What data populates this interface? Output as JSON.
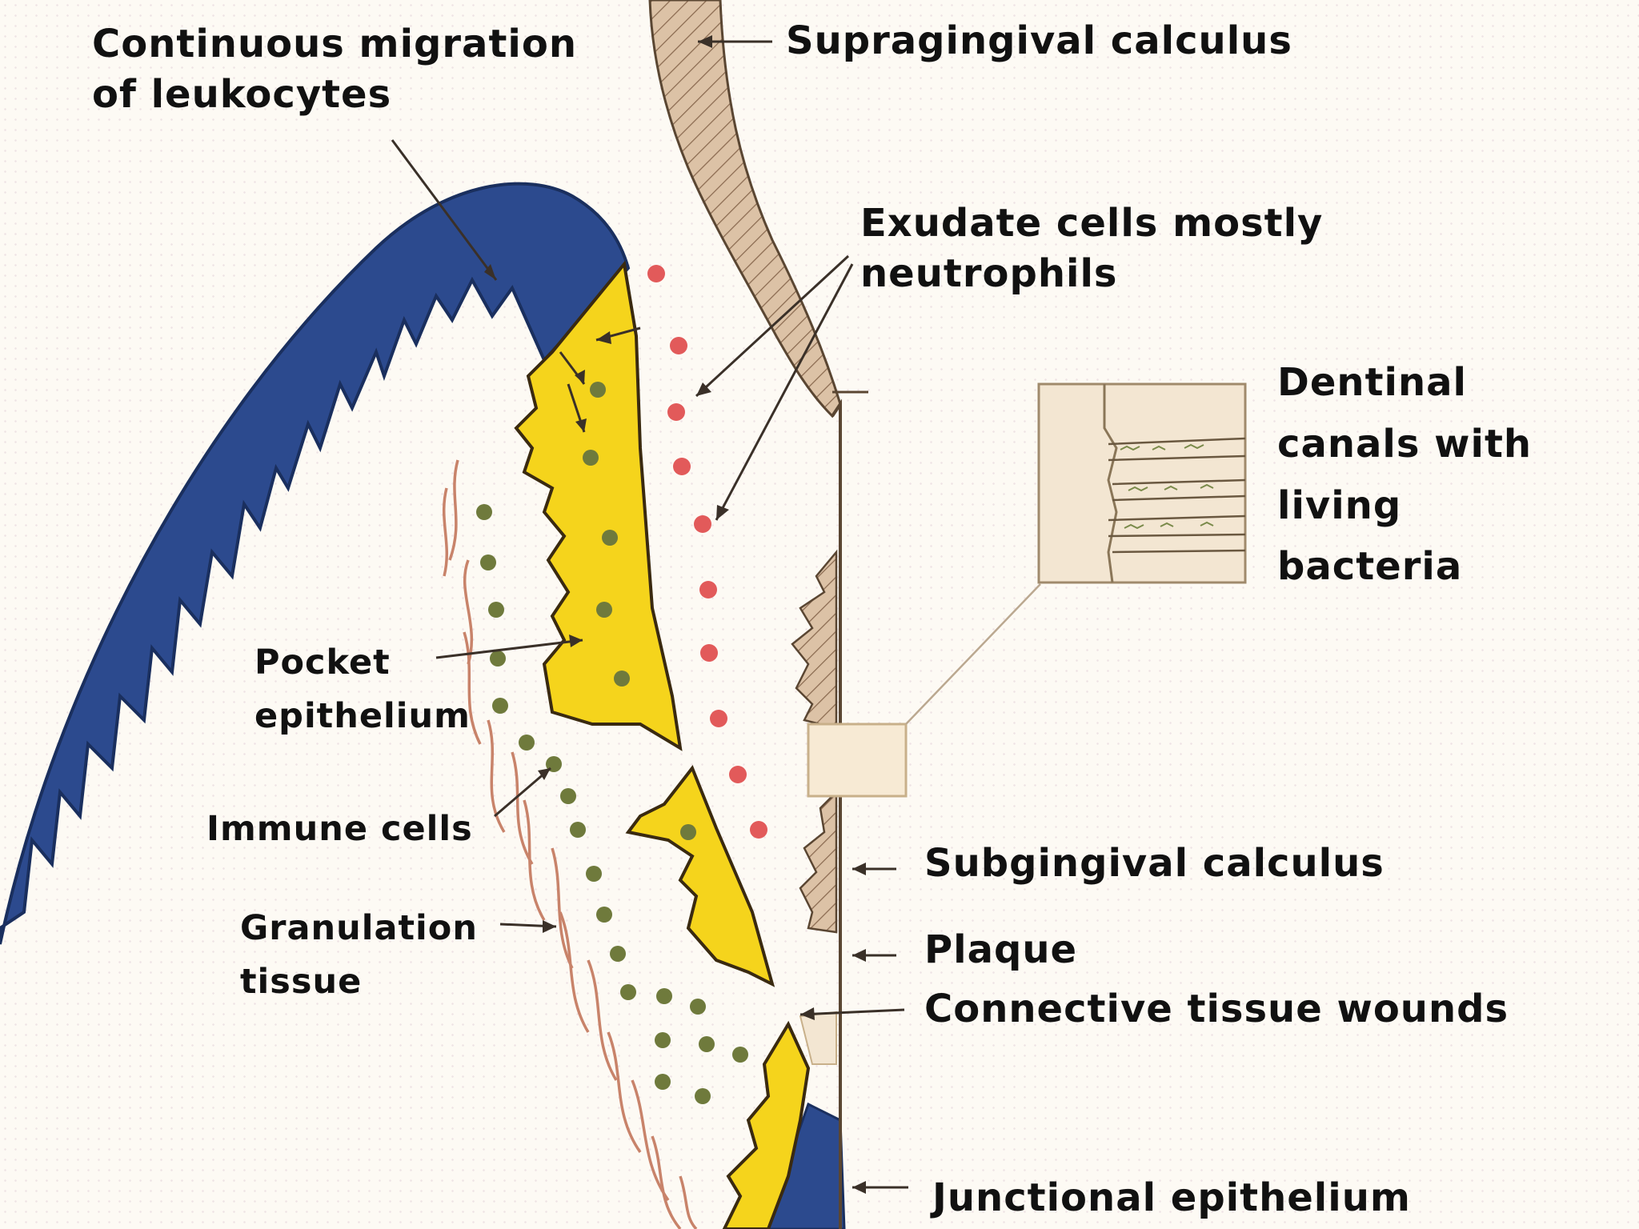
{
  "diagram": {
    "colors": {
      "gingiva": "#2c4a8e",
      "gingiva_outline": "#1a2f5e",
      "pocket_epithelium": "#f5d41c",
      "tooth_outline": "#5a4632",
      "calculus": "#dcc2a6",
      "dentin_inset": "#f3e6d2",
      "neutrophil_dots": "#e25a5a",
      "immune_dots": "#6f7a3c",
      "granulation_fibers": "#c8836a",
      "leader": "#3a3028"
    },
    "labels": {
      "leukocyte_migration": [
        "Continuous migration",
        "of leukocytes"
      ],
      "supragingival_calculus": "Supragingival calculus",
      "exudate_cells": [
        "Exudate cells mostly",
        "neutrophils"
      ],
      "dentinal_canals": [
        "Dentinal",
        "canals with",
        "living",
        "bacteria"
      ],
      "pocket_epithelium": [
        "Pocket",
        "epithelium"
      ],
      "immune_cells": "Immune cells",
      "granulation_tissue": [
        "Granulation",
        "tissue"
      ],
      "subgingival_calculus": "Subgingival calculus",
      "plaque": "Plaque",
      "connective_tissue_wounds": "Connective tissue wounds",
      "junctional_epithelium": "Junctional epithelium"
    }
  }
}
